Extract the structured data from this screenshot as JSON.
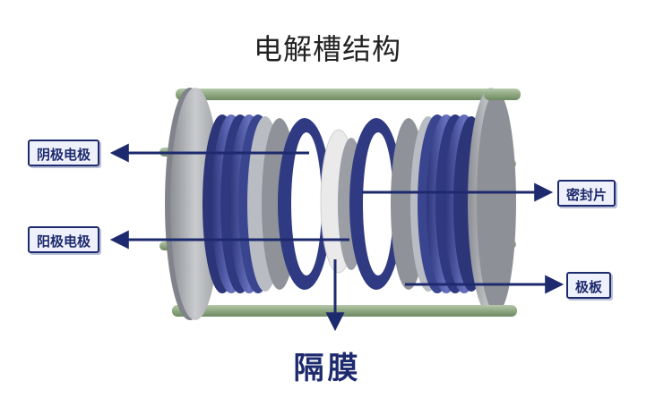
{
  "title": "电解槽结构",
  "labels": {
    "cathode": "阴极电极",
    "anode": "阳极电极",
    "seal": "密封片",
    "plate": "极板",
    "membrane": "隔膜"
  },
  "colors": {
    "arrow": "#1e2a6e",
    "electrode_blue": "#4a57a8",
    "endplate": "#a7aaaf",
    "rod": "#8fa882"
  }
}
